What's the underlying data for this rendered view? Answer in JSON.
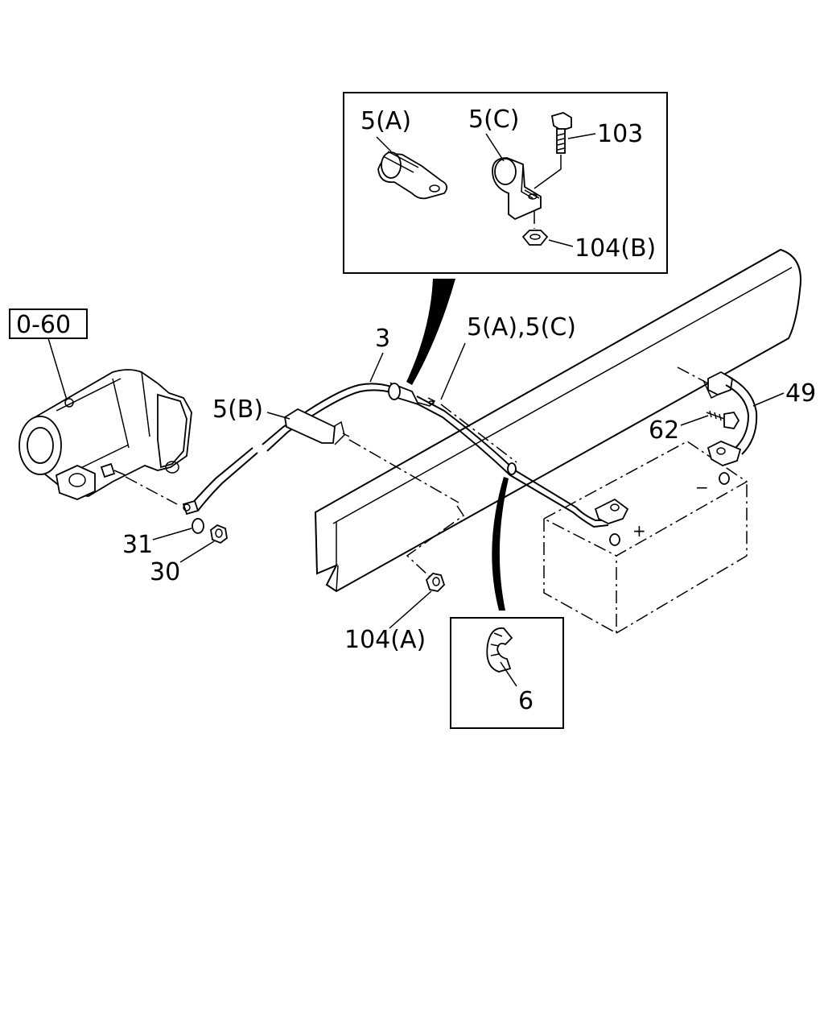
{
  "reference_box": "0-60",
  "labels": {
    "l3": "3",
    "l5a": "5(A)",
    "l5c": "5(C)",
    "l5b": "5(B)",
    "l5ac": "5(A),5(C)",
    "l103": "103",
    "l104b": "104(B)",
    "l104a": "104(A)",
    "l49": "49",
    "l62": "62",
    "l31": "31",
    "l30": "30",
    "l6": "6",
    "plus": "+",
    "minus": "−"
  }
}
